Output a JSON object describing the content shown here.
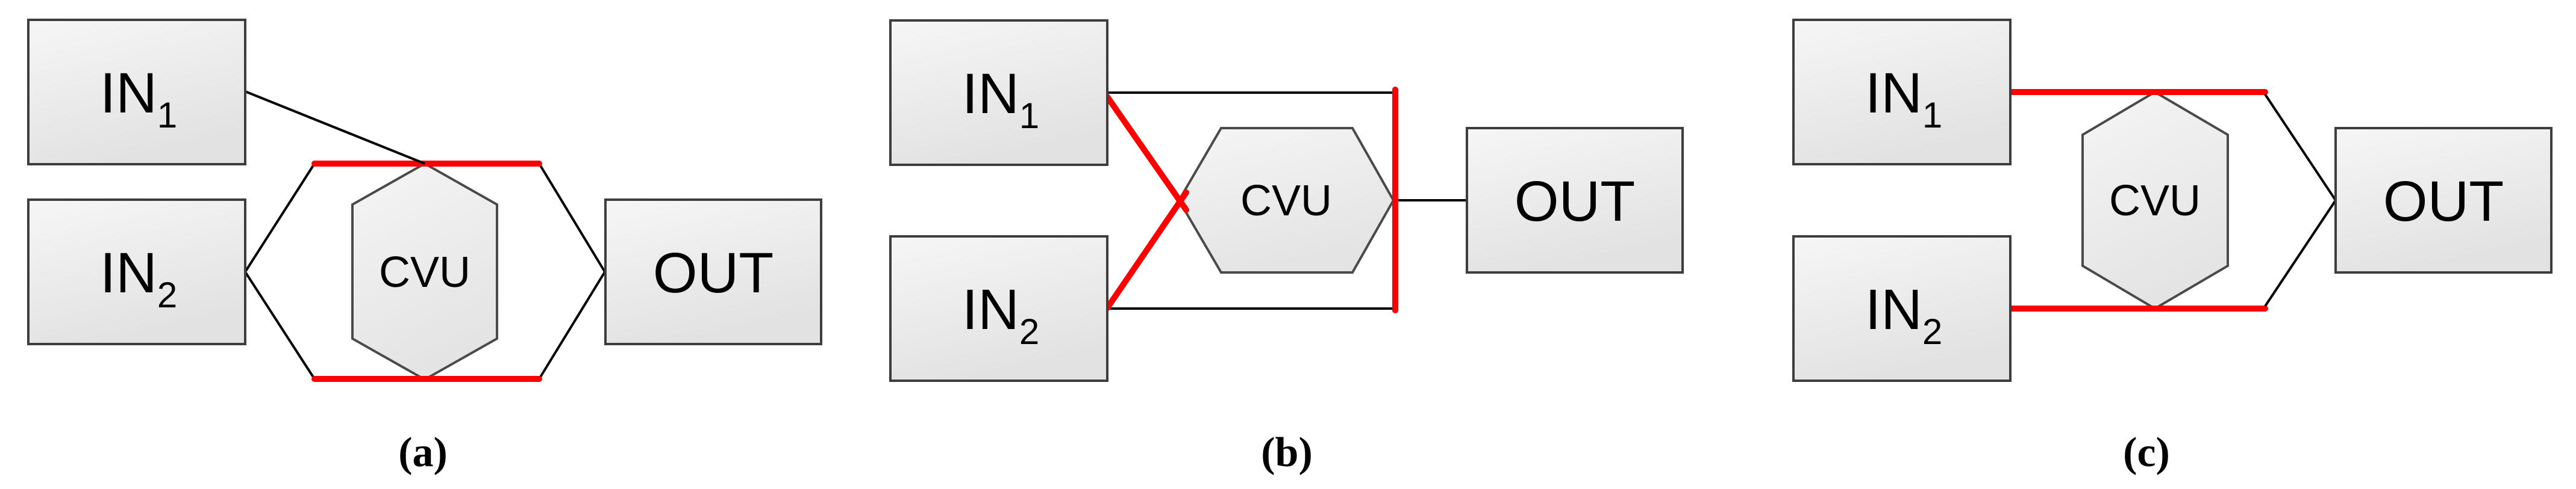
{
  "figure": {
    "description": "Three-panel diagram of two inputs and one output connected through a CVU (hexagon) node, with highlighted red connections differing per panel",
    "panels": [
      {
        "label": "(a)",
        "nodes": {
          "in1": {
            "base": "IN",
            "sub": "1"
          },
          "in2": {
            "base": "IN",
            "sub": "2"
          },
          "cvu": "CVU",
          "out": "OUT"
        }
      },
      {
        "label": "(b)",
        "nodes": {
          "in1": {
            "base": "IN",
            "sub": "1"
          },
          "in2": {
            "base": "IN",
            "sub": "2"
          },
          "cvu": "CVU",
          "out": "OUT"
        }
      },
      {
        "label": "(c)",
        "nodes": {
          "in1": {
            "base": "IN",
            "sub": "1"
          },
          "in2": {
            "base": "IN",
            "sub": "2"
          },
          "cvu": "CVU",
          "out": "OUT"
        }
      }
    ]
  },
  "colors": {
    "highlight_red": "#ff0000",
    "line_black": "#000000",
    "box_border": "#3d3d3d",
    "hex_border": "#4a4a4a",
    "shape_fill_light": "#f6f6f6",
    "shape_fill_dark": "#e2e2e2"
  }
}
